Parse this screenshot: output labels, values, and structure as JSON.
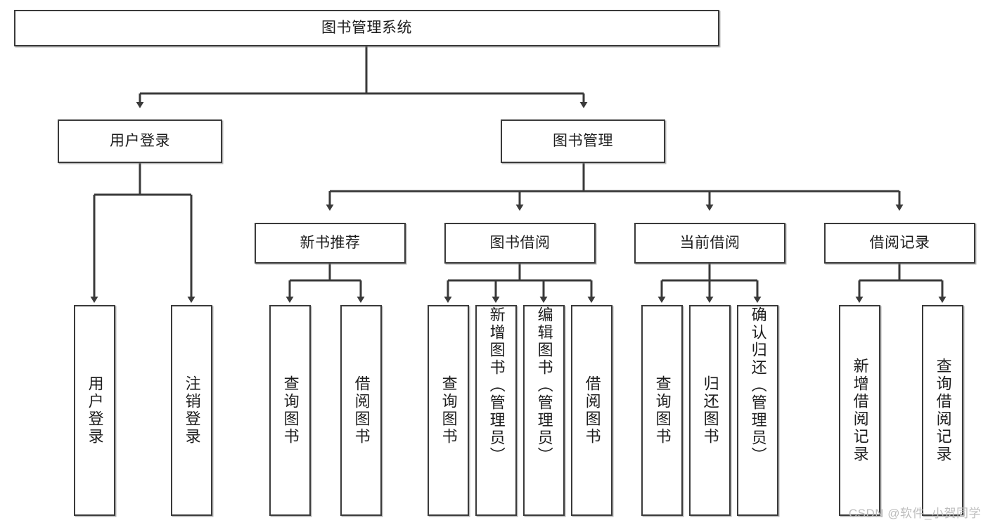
{
  "diagram": {
    "title": "图书管理系统",
    "type": "hierarchy-tree",
    "watermark": "CSDN @软件_小贺同学",
    "colors": {
      "box_border": "#3a3a3a",
      "box_fill": "#ffffff",
      "edge": "#3a3a3a",
      "text": "#1d1d1d",
      "watermark": "#bdbdbd"
    },
    "nodes": {
      "root": {
        "label": "图书管理系统"
      },
      "level2": [
        {
          "label": "用户登录"
        },
        {
          "label": "图书管理"
        }
      ],
      "level3": [
        {
          "label": "新书推荐"
        },
        {
          "label": "图书借阅"
        },
        {
          "label": "当前借阅"
        },
        {
          "label": "借阅记录"
        }
      ],
      "leaves": {
        "user_login": [
          {
            "label": "用户登录"
          },
          {
            "label": "注销登录"
          }
        ],
        "new_book": [
          {
            "label": "查询图书"
          },
          {
            "label": "借阅图书"
          }
        ],
        "book_borrow": [
          {
            "label": "查询图书"
          },
          {
            "label": "新增图书（管理员）"
          },
          {
            "label": "编辑图书（管理员）"
          },
          {
            "label": "借阅图书"
          }
        ],
        "current_borrow": [
          {
            "label": "查询图书"
          },
          {
            "label": "归还图书"
          },
          {
            "label": "确认归还（管理员）"
          }
        ],
        "borrow_record": [
          {
            "label": "新增借阅记录"
          },
          {
            "label": "查询借阅记录"
          }
        ]
      }
    }
  }
}
